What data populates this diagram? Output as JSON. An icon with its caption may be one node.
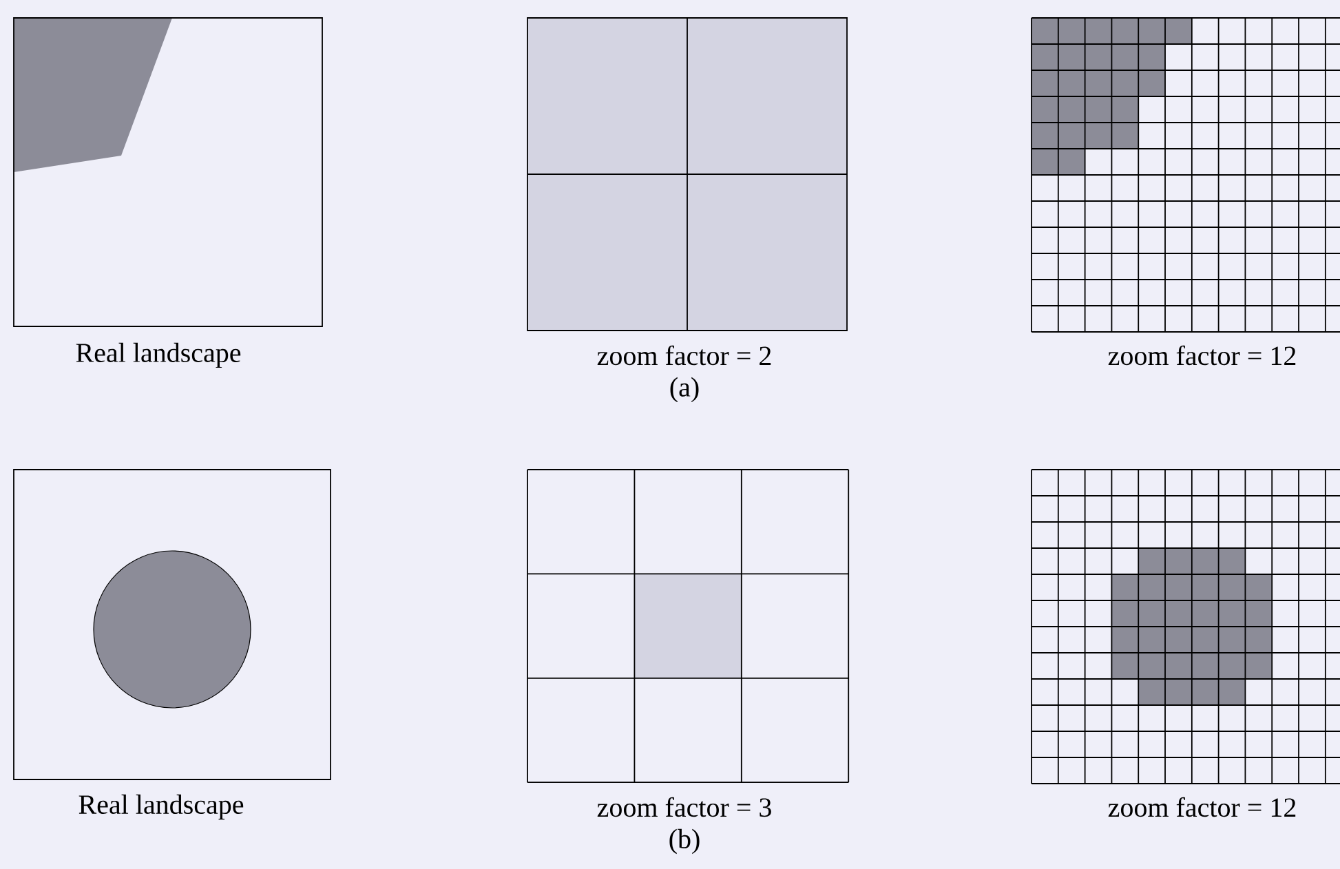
{
  "diagram": {
    "labels": [
      "Real landscape",
      "zoom factor = 2",
      "zoom factor = 12",
      "(a)",
      "Real landscape",
      "zoom factor = 3",
      "zoom factor = 12",
      "(b)"
    ]
  }
}
